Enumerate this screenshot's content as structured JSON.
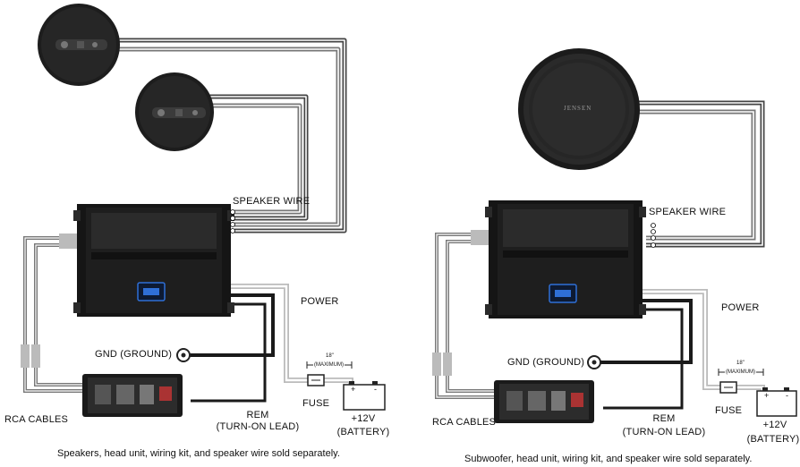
{
  "colors": {
    "wire_dark": "#2a2a2a",
    "wire_grey": "#9a9a9a",
    "wire_white": "#ffffff",
    "amp_body": "#1c1c1c",
    "logo_glow": "#2f6fd6",
    "speaker_body": "#1f1f1f",
    "screen_bg": "#2a2a2a"
  },
  "left_diagram": {
    "speaker_wire_label": "SPEAKER WIRE",
    "power_label": "POWER",
    "gnd_label": "GND (GROUND)",
    "rca_label": "RCA CABLES",
    "fuse_label": "FUSE",
    "rem_label_line1": "REM",
    "rem_label_line2": "(TURN-ON LEAD)",
    "battery_voltage": "+12V",
    "battery_label": "(BATTERY)",
    "fuse_distance": "18\"",
    "fuse_distance_note": "(MAXIMUM)",
    "battery_plus": "+",
    "battery_minus": "-",
    "caption": "Speakers, head unit, wiring kit, and speaker wire sold separately."
  },
  "right_diagram": {
    "speaker_wire_label": "SPEAKER WIRE",
    "power_label": "POWER",
    "gnd_label": "GND (GROUND)",
    "rca_label": "RCA CABLES",
    "fuse_label": "FUSE",
    "rem_label_line1": "REM",
    "rem_label_line2": "(TURN-ON LEAD)",
    "battery_voltage": "+12V",
    "battery_label": "(BATTERY)",
    "fuse_distance": "18\"",
    "fuse_distance_note": "(MAXIMUM)",
    "battery_plus": "+",
    "battery_minus": "-",
    "subwoofer_brand": "JENSEN",
    "caption": "Subwoofer, head unit, wiring kit, and speaker wire sold separately."
  }
}
